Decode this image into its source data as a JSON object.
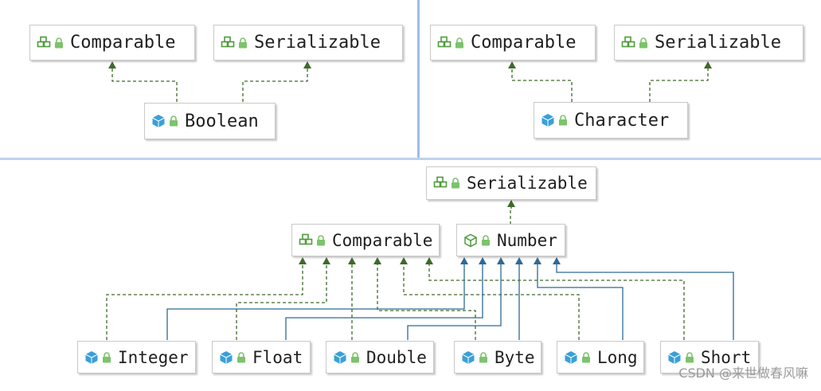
{
  "colors": {
    "dashed_edge": "#3f6a2b",
    "solid_edge": "#2f6a95",
    "interface_icon": "#4f9a3c",
    "class_icon": "#3aa0d8",
    "lock_icon": "#7cc36b",
    "divider": "#9dbde3"
  },
  "icons": {
    "interface": "interface-icon",
    "class": "class-icon",
    "abstract": "abstract-class-icon",
    "lock": "lock-icon"
  },
  "diagram_top_left": {
    "comparable": "Comparable",
    "serializable": "Serializable",
    "boolean": "Boolean"
  },
  "diagram_top_right": {
    "comparable": "Comparable",
    "serializable": "Serializable",
    "character": "Character"
  },
  "diagram_bottom": {
    "serializable": "Serializable",
    "comparable": "Comparable",
    "number": "Number",
    "integer": "Integer",
    "float": "Float",
    "double": "Double",
    "byte": "Byte",
    "long": "Long",
    "short": "Short"
  },
  "watermark": "CSDN @来世做春风嘛"
}
